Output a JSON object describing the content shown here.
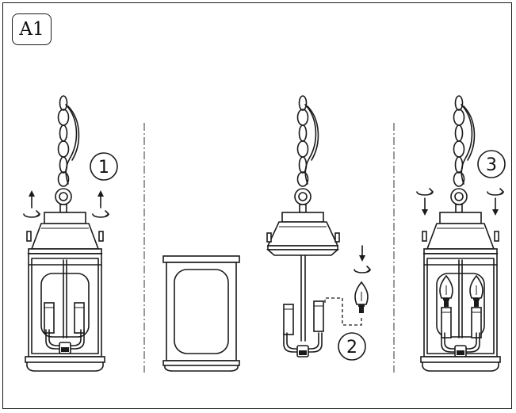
{
  "panel": {
    "label": "A1"
  },
  "steps": [
    {
      "number": "1"
    },
    {
      "number": "2"
    },
    {
      "number": "3"
    }
  ],
  "icons": [
    "chain-icon",
    "lantern-icon",
    "bulb-icon",
    "rotate-arrow-icon",
    "up-arrow-icon",
    "down-arrow-icon"
  ],
  "colors": {
    "line": "#1a1a1a",
    "background": "#ffffff"
  }
}
